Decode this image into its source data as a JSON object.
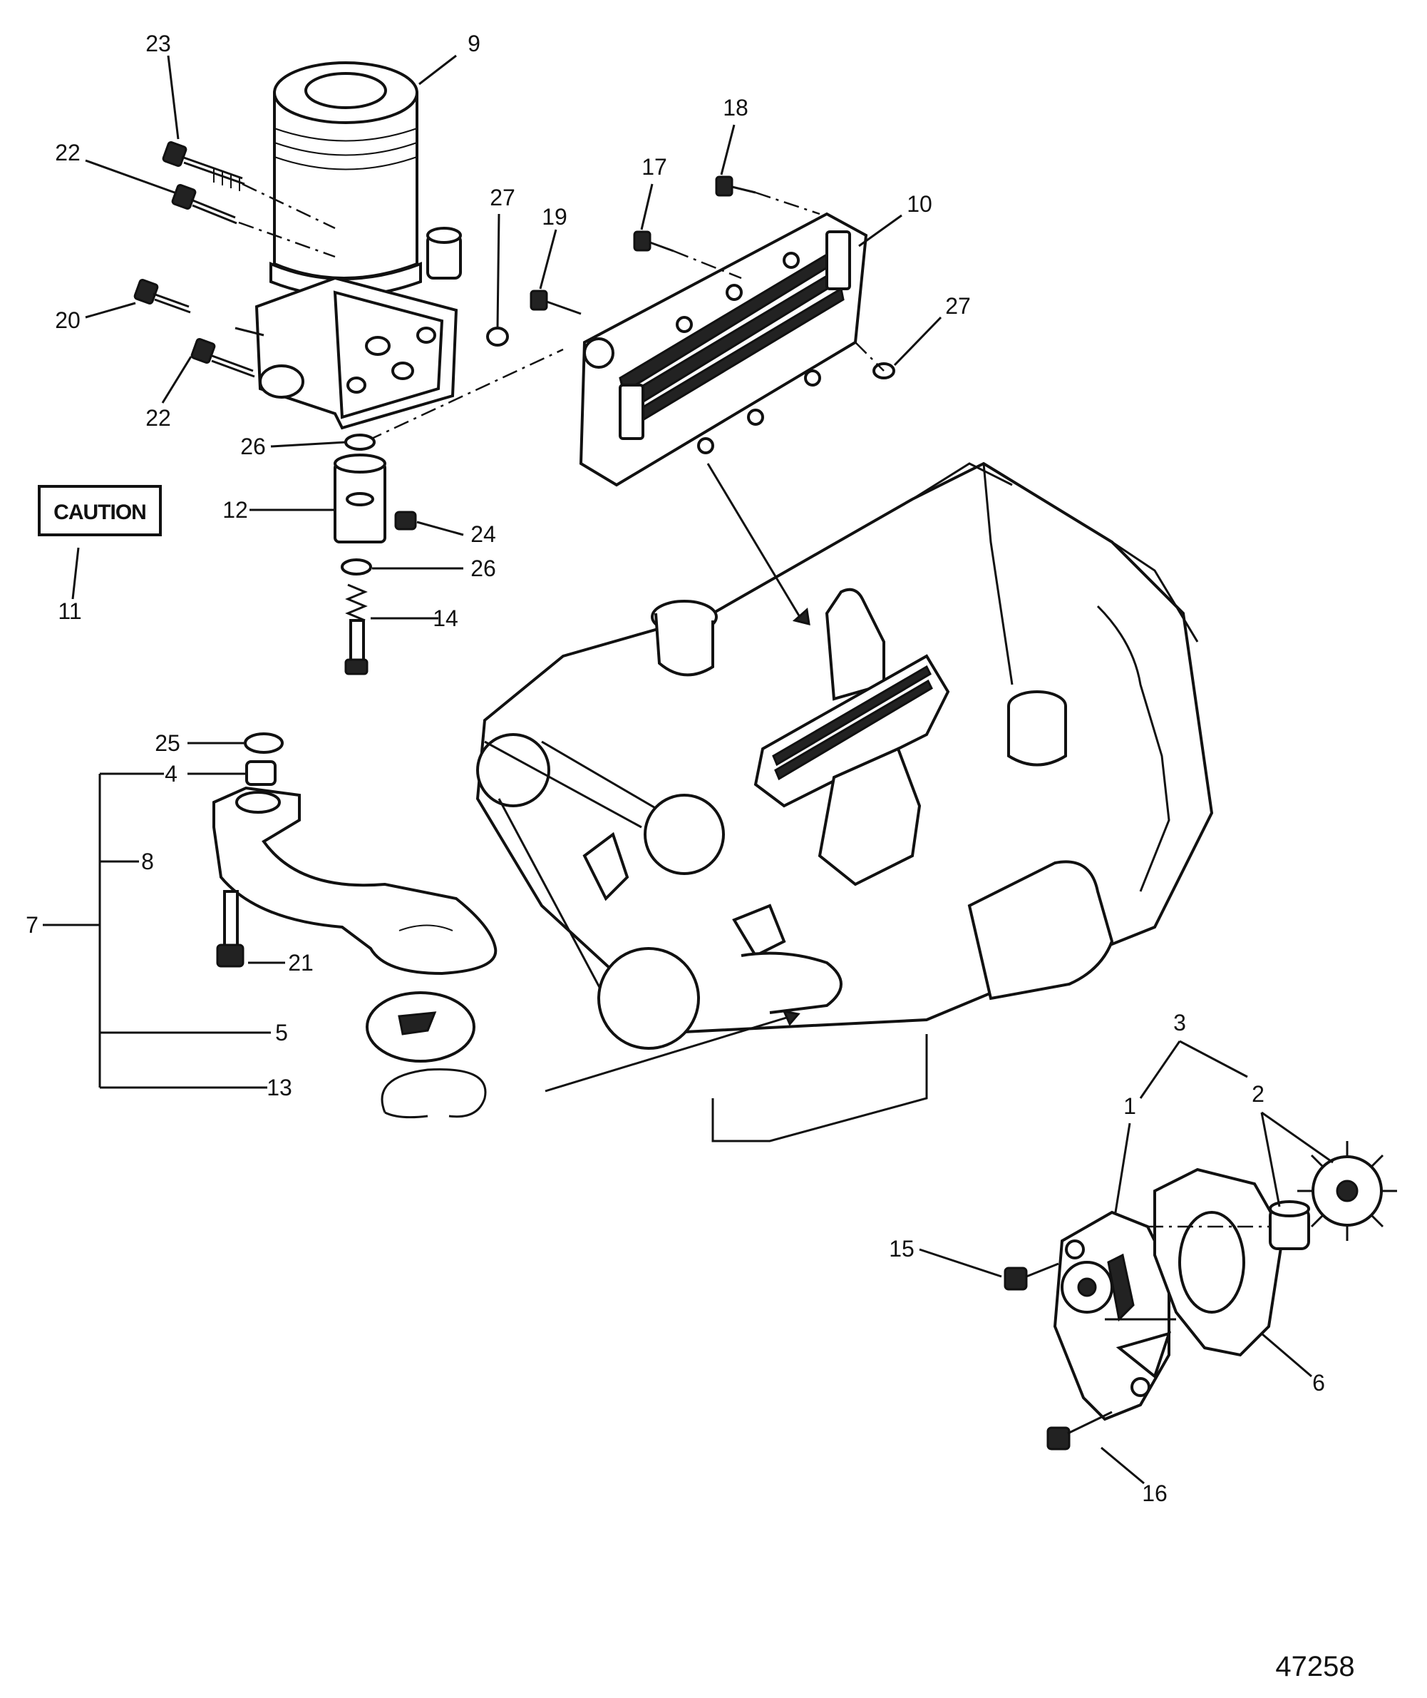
{
  "diagram": {
    "figure_number": "47258",
    "caution_label": "CAUTION",
    "callouts": {
      "c1": "1",
      "c2": "2",
      "c3": "3",
      "c4": "4",
      "c5": "5",
      "c6": "6",
      "c7": "7",
      "c8": "8",
      "c9": "9",
      "c10": "10",
      "c11": "11",
      "c12": "12",
      "c13": "13",
      "c14": "14",
      "c15": "15",
      "c16": "16",
      "c17": "17",
      "c18": "18",
      "c19": "19",
      "c20": "20",
      "c21": "21",
      "c22a": "22",
      "c22b": "22",
      "c23": "23",
      "c24": "24",
      "c25": "25",
      "c26a": "26",
      "c26b": "26",
      "c27a": "27",
      "c27b": "27"
    }
  }
}
